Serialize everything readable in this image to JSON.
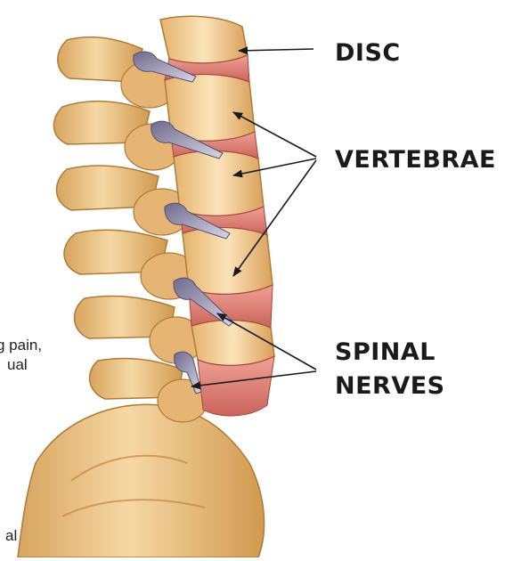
{
  "labels": {
    "disc": "DISC",
    "vertebrae": "VERTEBRAE",
    "spinal_nerves_line1": "SPINAL",
    "spinal_nerves_line2": "NERVES"
  },
  "cutoff_text": {
    "line1": "g pain,",
    "line2": "ual",
    "line3": "al"
  },
  "colors": {
    "bone": "#efc98a",
    "bone_shadow": "#c9924a",
    "disc": "#e07f74",
    "nerve": "#8f8ba6",
    "text": "#1a1a1a"
  }
}
